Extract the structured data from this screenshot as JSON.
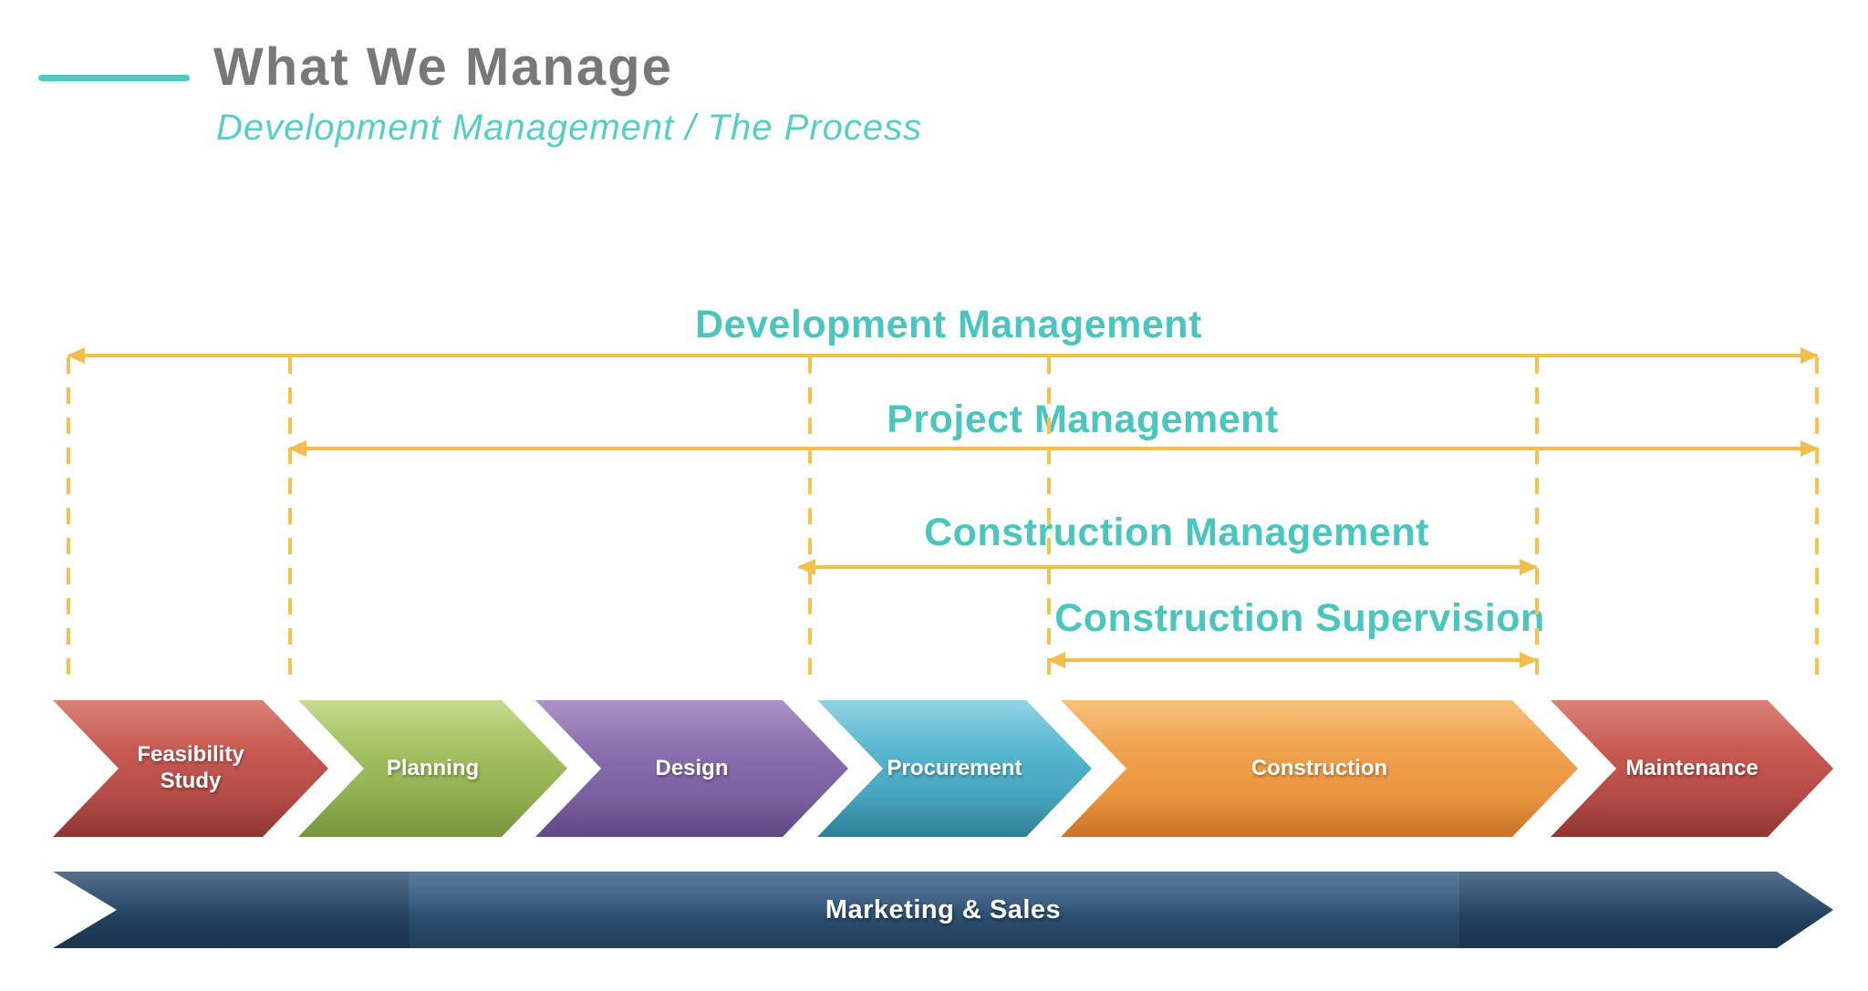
{
  "header": {
    "title": "What We Manage",
    "subtitle": "Development Management / The Process",
    "title_color": "#787878",
    "accent_color": "#4CC9C1"
  },
  "timeline": {
    "arrow_color": "#F2C04A",
    "label_color": "#4AC6BE",
    "spans": [
      {
        "label": "Development Management",
        "from": "Feasibility Study",
        "to": "Maintenance"
      },
      {
        "label": "Project Management",
        "from": "Planning",
        "to": "Maintenance"
      },
      {
        "label": "Construction Management",
        "from": "Procurement",
        "to": "Construction"
      },
      {
        "label": "Construction Supervision",
        "from": "Construction",
        "to": "Construction"
      }
    ]
  },
  "process_steps": [
    {
      "label": "Feasibility Study",
      "color": "#C0504D"
    },
    {
      "label": "Planning",
      "color": "#9BBB59"
    },
    {
      "label": "Design",
      "color": "#8064A2"
    },
    {
      "label": "Procurement",
      "color": "#4BACC6"
    },
    {
      "label": "Construction",
      "color": "#F79646"
    },
    {
      "label": "Maintenance",
      "color": "#C0504D"
    }
  ],
  "bottom_bar": {
    "label": "Marketing & Sales",
    "color": "#2C5077"
  }
}
